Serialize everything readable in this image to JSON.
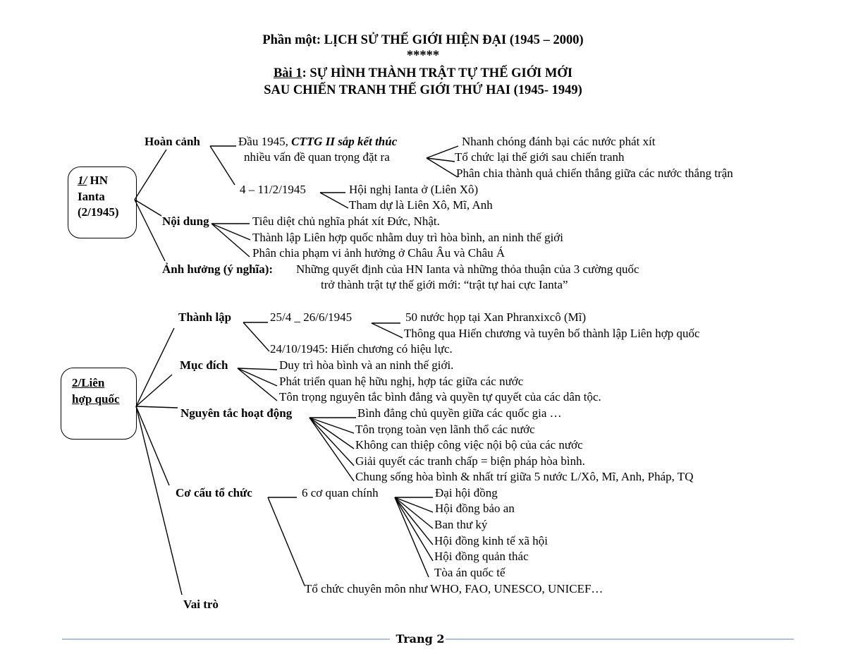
{
  "header": {
    "part_title": "Phần một: LỊCH SỬ THẾ GIỚI HIỆN ĐẠI (1945 – 2000)",
    "stars": "*****",
    "lesson_label": "Bài 1",
    "lesson_title_1": ": SỰ HÌNH THÀNH TRẬT TỰ THẾ GIỚI MỚI",
    "lesson_title_2": "SAU CHIẾN TRANH THẾ GIỚI THỨ HAI (1945- 1949)"
  },
  "section1": {
    "box_num": "1/",
    "box_l1": " HN",
    "box_l2": "Ianta",
    "box_l3": "(2/1945)",
    "hoan_canh": {
      "label": "Hoàn cảnh",
      "l1_plain": "Đầu 1945, ",
      "l1_italic": "CTTG II sắp kết thúc",
      "l2": "nhiều vấn đề quan trọng đặt ra",
      "problems": [
        "Nhanh chóng đánh bại các nước phát xít",
        "Tổ chức lại thế giới sau chiến tranh",
        "Phân chia thành quả chiến thắng giữa các nước thắng trận"
      ],
      "date": "4 – 11/2/1945",
      "date_items": [
        "Hội nghị Ianta ở (Liên Xô)",
        "Tham dự là Liên Xô, Mĩ, Anh"
      ]
    },
    "noi_dung": {
      "label": "Nội dung",
      "items": [
        "Tiêu diệt chủ nghĩa phát xít Đức, Nhật.",
        "Thành lập Liên hợp quốc nhằm duy trì hòa bình, an ninh thế giới",
        "Phân chia phạm vi ảnh hưởng ở Châu Âu và Châu Á"
      ]
    },
    "anh_huong": {
      "label": "Ảnh hưởng (ý nghĩa):",
      "l1": "Những quyết định của HN Ianta  và những thỏa thuận của 3 cường quốc",
      "l2": "trở thành trật tự thế giới mới: “trật tự hai cực Ianta”"
    }
  },
  "section2": {
    "box_l1": "2/Liên",
    "box_l2": "hợp quốc",
    "thanh_lap": {
      "label": "Thành lập",
      "date1": "25/4 _ 26/6/1945",
      "date1_items": [
        "50 nước họp tại Xan Phranxixcô (Mĩ)",
        "Thông qua  Hiến chương và tuyên bố thành lập  Liên hợp quốc"
      ],
      "date2": "24/10/1945: Hiến chương có hiệu lực."
    },
    "muc_dich": {
      "label": "Mục đích",
      "items": [
        "Duy trì hòa bình và an ninh thế giới.",
        "Phát triển quan hệ hữu nghị, hợp tác giữa các nước",
        "Tôn trọng nguyên tắc bình đẳng và quyền tự quyết của các dân tộc."
      ]
    },
    "nguyen_tac": {
      "label": "Nguyên tắc hoạt động",
      "items": [
        "Bình đẳng chủ quyền giữa các quốc gia …",
        "Tôn trọng toàn vẹn lãnh thổ các nước",
        "Không can thiệp công việc nội bộ của các nước",
        "Giải quyết các tranh chấp = biện pháp hòa bình.",
        "Chung sống hòa bình & nhất trí giữa 5 nước L/Xô, Mĩ, Anh, Pháp, TQ"
      ]
    },
    "co_cau": {
      "label": "Cơ cấu tổ chức",
      "main": "6 cơ quan chính",
      "organs": [
        "Đại hội đồng",
        "Hội đồng bảo an",
        "Ban thư ký",
        "Hội đồng kinh tế  xã hội",
        "Hội đồng quản thác",
        "Tòa án quốc tế"
      ],
      "specialized": "Tổ chức chuyên môn như WHO, FAO, UNESCO, UNICEF…"
    },
    "vai_tro": {
      "label": "Vai trò"
    }
  },
  "footer": {
    "page_label": "Trang 2",
    "rule_color": "#5b86c1"
  }
}
